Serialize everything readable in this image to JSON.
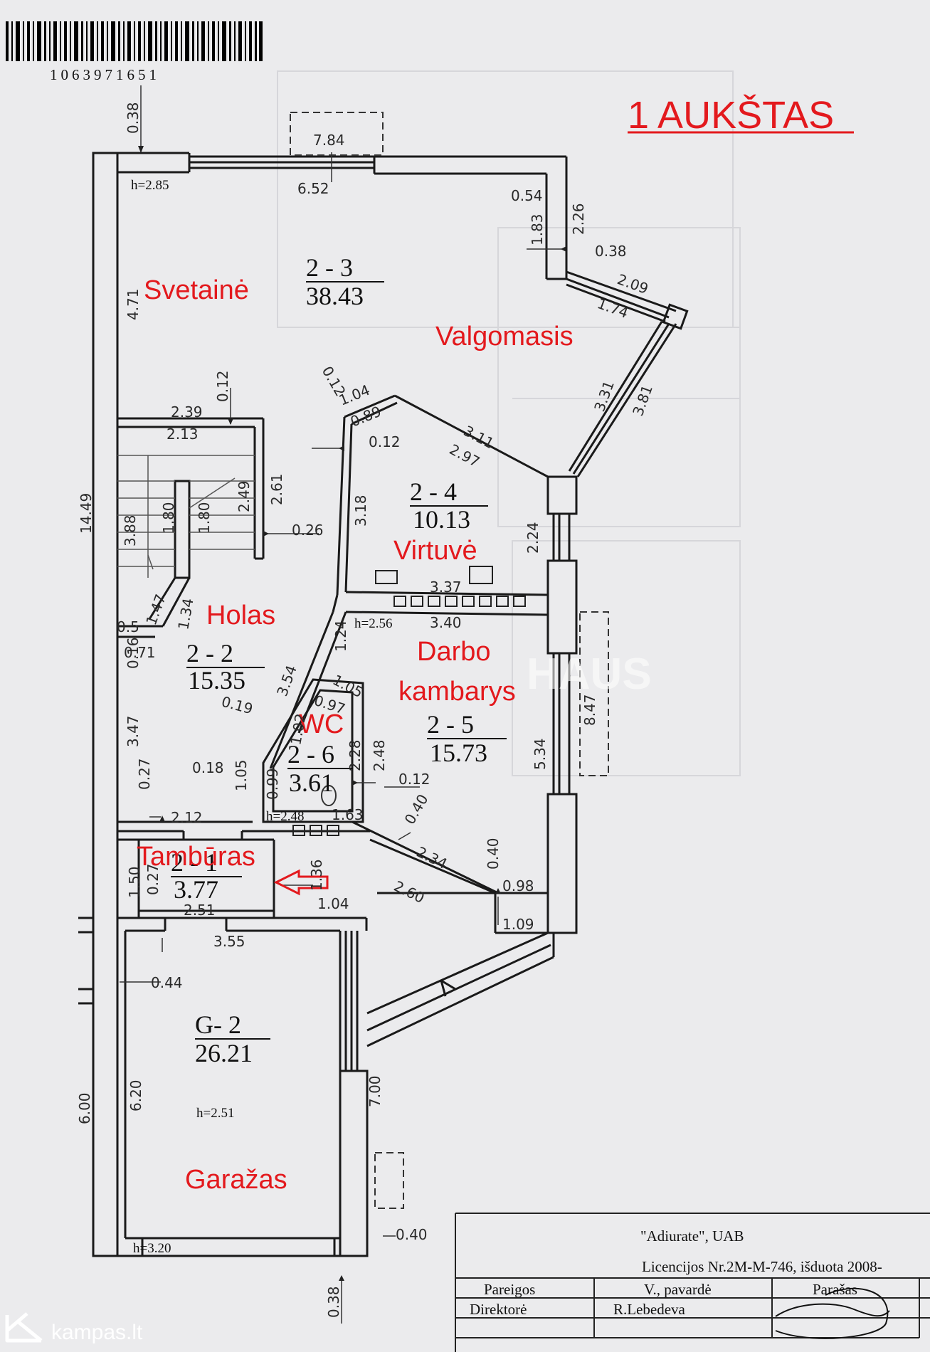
{
  "barcode": {
    "number": "1063971651"
  },
  "title": "1 AUKŠTAS",
  "rooms": [
    {
      "id": "2 - 3",
      "area": "38.43",
      "names": [
        "Svetainė",
        "Valgomasis"
      ]
    },
    {
      "id": "2 - 4",
      "area": "10.13",
      "names": [
        "Virtuvė"
      ]
    },
    {
      "id": "2 - 2",
      "area": "15.35",
      "names": [
        "Holas"
      ]
    },
    {
      "id": "2 - 5",
      "area": "15.73",
      "names": [
        "Darbo",
        "kambarys"
      ]
    },
    {
      "id": "2 - 6",
      "area": "3.61",
      "names": [
        "WC"
      ]
    },
    {
      "id": "2 - 1",
      "area": "3.77",
      "names": [
        "Tambūras"
      ]
    },
    {
      "id": "G- 2",
      "area": "26.21",
      "names": [
        "Garažas"
      ]
    }
  ],
  "heights": [
    "h=2.85",
    "h=2.56",
    "h=2.48",
    "h=2.51",
    "h=3.20"
  ],
  "dimensions": {
    "d038_top": "0.38",
    "d784": "7.84",
    "d652": "6.52",
    "d054": "0.54",
    "d226": "2.26",
    "d183": "1.83",
    "d038_r": "0.38",
    "d209": "2.09",
    "d174": "1.74",
    "d471": "4.71",
    "d012_a": "0.12",
    "d239": "2.39",
    "d213": "2.13",
    "d012_b": "0.12",
    "d104": "1.04",
    "d089": "0.89",
    "d311": "3.11",
    "d297": "2.97",
    "d012_c": "0.12",
    "d331": "3.31",
    "d381": "3.81",
    "d1449": "14.49",
    "d249": "2.49",
    "d261": "2.61",
    "d388": "3.88",
    "d180_a": "1.80",
    "d180_b": "1.80",
    "d026": "0.26",
    "d318": "3.18",
    "d224": "2.24",
    "d337": "3.37",
    "d340": "3.40",
    "d147": "1.47",
    "d134": "1.34",
    "d05": "0.5",
    "d071": "0.71",
    "d124": "1.24",
    "d016": "0.16",
    "d105_a": "1.05",
    "d354": "3.54",
    "d097": "0.97",
    "d019": "0.19",
    "d847": "8.47",
    "d347": "3.47",
    "d102": "1.02",
    "d228": "2.28",
    "d248": "2.48",
    "d534": "5.34",
    "d018": "0.18",
    "d012_d": "0.12",
    "d027_a": "0.27",
    "d105_b": "1.05",
    "d099": "0.99",
    "d040_a": "0.40",
    "d212": "2.12",
    "d163": "1.63",
    "d234": "2.34",
    "d040_b": "0.40",
    "d150": "1.50",
    "d027_b": "0.27",
    "d136": "1.36",
    "d260": "2.60",
    "d098": "0.98",
    "d104_b": "1.04",
    "d251": "2.51",
    "d109": "1.09",
    "d355": "3.55",
    "d044": "0.44",
    "d600": "6.00",
    "d620": "6.20",
    "d700": "7.00",
    "d040_c": "0.40",
    "d038_bot": "0.38"
  },
  "title_block": {
    "company": "\"Adiurate\", UAB",
    "license": "Licencijos Nr.2M-M-746, išduota 2008-",
    "col1_header": "Pareigos",
    "col2_header": "V., pavardė",
    "col3_header": "Parašas",
    "col1_value": "Direktorė",
    "col2_value": "R.Lebedeva"
  },
  "watermark": "HAUS",
  "logo": {
    "text": "kampas.lt"
  },
  "colors": {
    "accent": "#e3191d",
    "background": "#ebebed",
    "ink": "#1a1a1a"
  }
}
